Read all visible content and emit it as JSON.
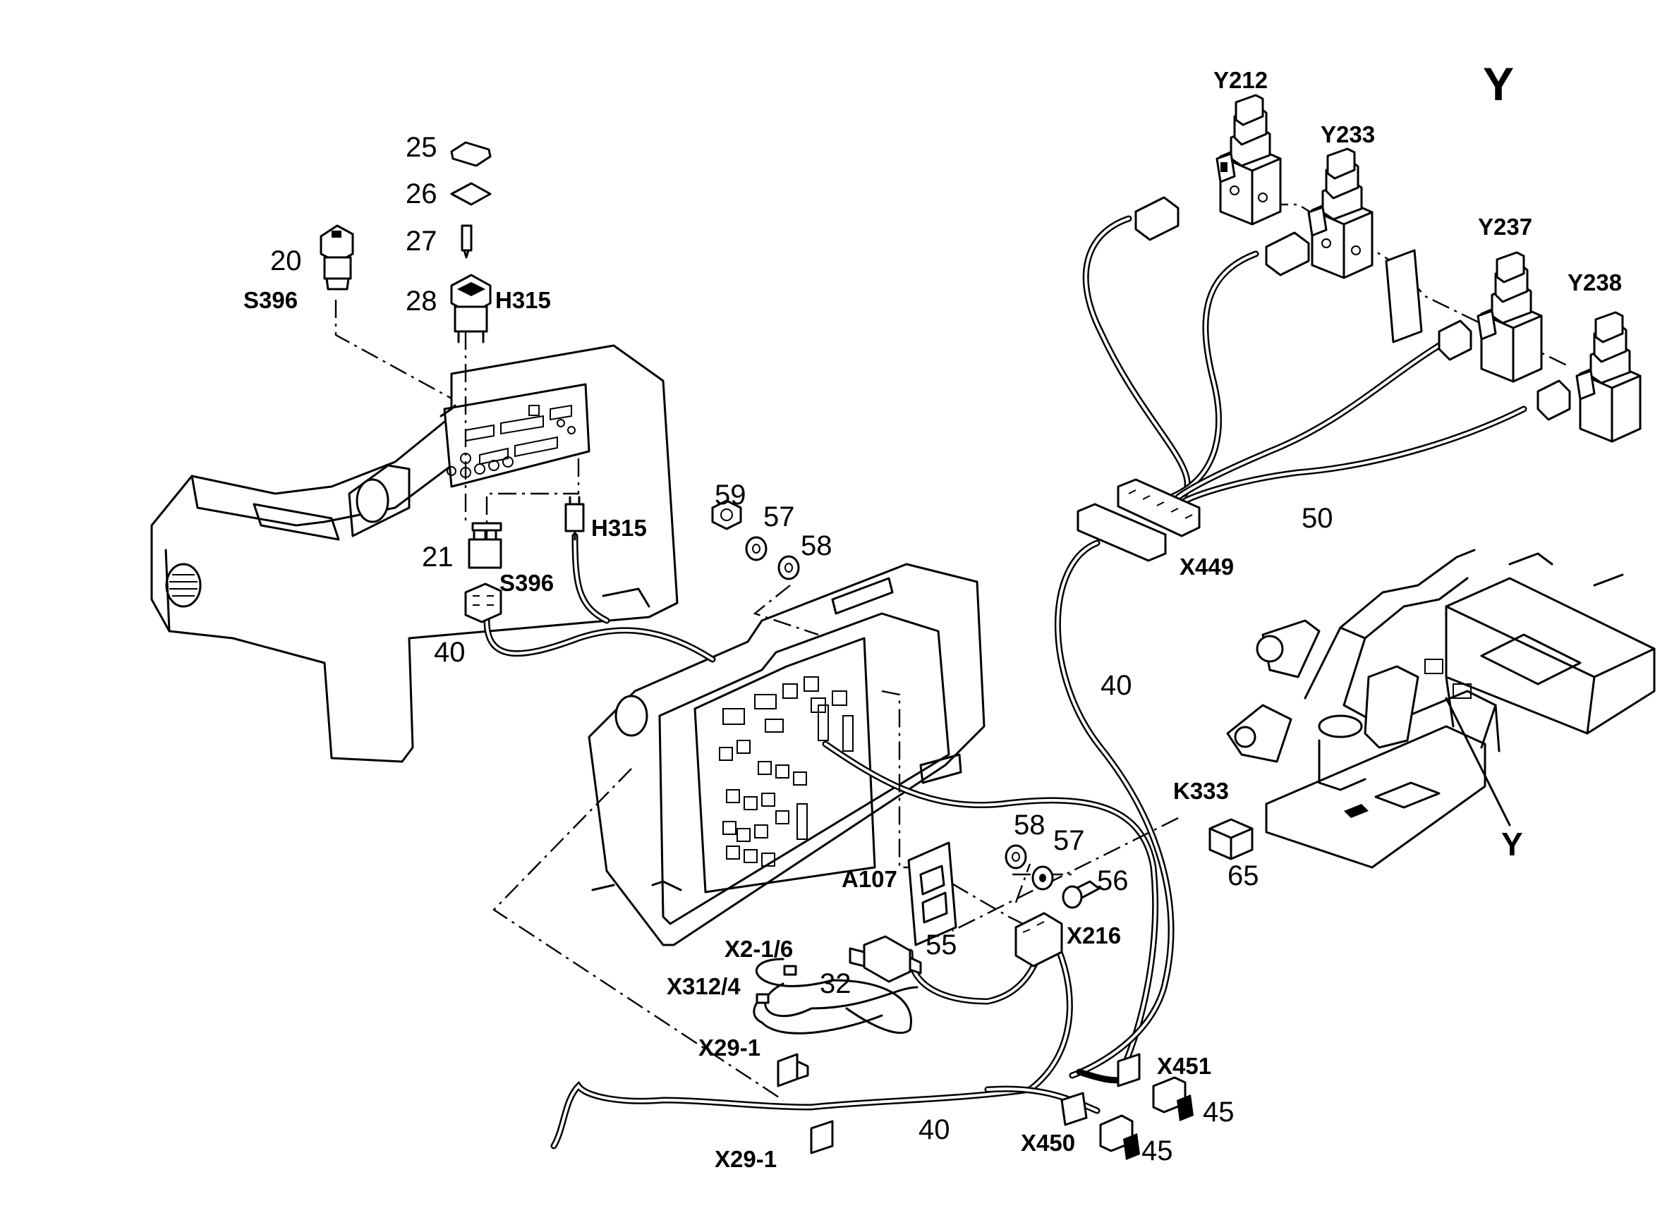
{
  "labels": {
    "n20": "20",
    "n21": "21",
    "n25": "25",
    "n26": "26",
    "n27": "27",
    "n28": "28",
    "n32": "32",
    "n40a": "40",
    "n40b": "40",
    "n40c": "40",
    "n45a": "45",
    "n45b": "45",
    "n50": "50",
    "n55": "55",
    "n56": "56",
    "n57a": "57",
    "n57b": "57",
    "n58a": "58",
    "n58b": "58",
    "n59": "59",
    "n65": "65",
    "s396a": "S396",
    "s396b": "S396",
    "h315a": "H315",
    "h315b": "H315",
    "y212": "Y212",
    "y233": "Y233",
    "y237": "Y237",
    "y238": "Y238",
    "yTop": "Y",
    "yBottom": "Y",
    "x449": "X449",
    "k333": "K333",
    "a107": "A107",
    "x216": "X216",
    "x2_16": "X2-1/6",
    "x312_4": "X312/4",
    "x29_1a": "X29-1",
    "x29_1b": "X29-1",
    "x451": "X451",
    "x450": "X450"
  }
}
